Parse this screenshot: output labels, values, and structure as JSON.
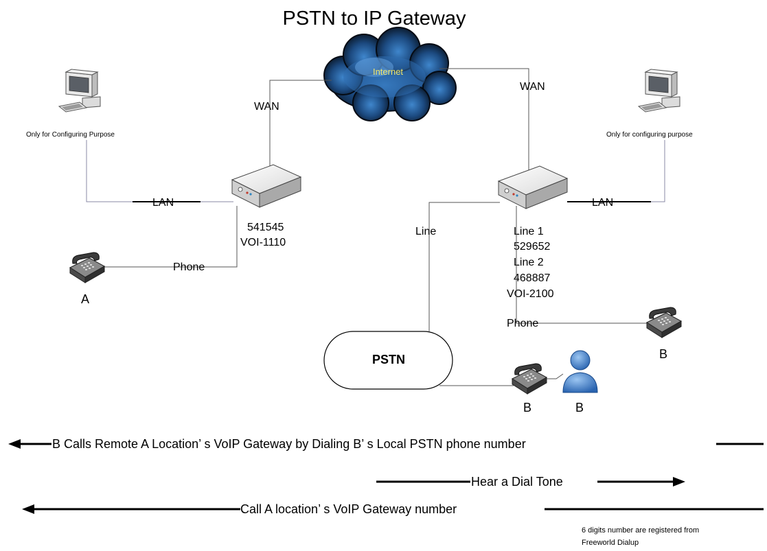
{
  "title": "PSTN to IP Gateway",
  "cloud_label": "Internet",
  "wan_left": "WAN",
  "wan_right": "WAN",
  "pc_left_caption": "Only for Configuring Purpose",
  "pc_right_caption": "Only for configuring purpose",
  "lan_left": "LAN",
  "lan_right": "LAN",
  "gateway_left": {
    "number": "541545",
    "model": "VOI-1110"
  },
  "gateway_right": {
    "line1_label": "Line 1",
    "line1_number": "529652",
    "line2_label": "Line 2",
    "line2_number": "468887",
    "model": "VOI-2100"
  },
  "line_label": "Line",
  "phone_left_label": "Phone",
  "phone_right_label": "Phone",
  "phone_a_caption": "A",
  "phone_b_right_caption": "B",
  "pstn_label": "PSTN",
  "phone_b_pstn_caption": "B",
  "person_b_caption": "B",
  "flow": {
    "arrow1": "B Calls Remote A Location’ s VoIP Gateway by Dialing B’ s Local PSTN phone number",
    "arrow2": "Hear a Dial Tone",
    "arrow3": "Call A location’ s VoIP Gateway number"
  },
  "footnote": {
    "line1": "6 digits number are registered from",
    "line2": "Freeworld Dialup"
  },
  "colors": {
    "connector": "#8a8aa6",
    "line": "#000000",
    "cloud_dark": "#0d1b2e",
    "cloud_light": "#2f6db0",
    "person": "#4a8ad4"
  }
}
